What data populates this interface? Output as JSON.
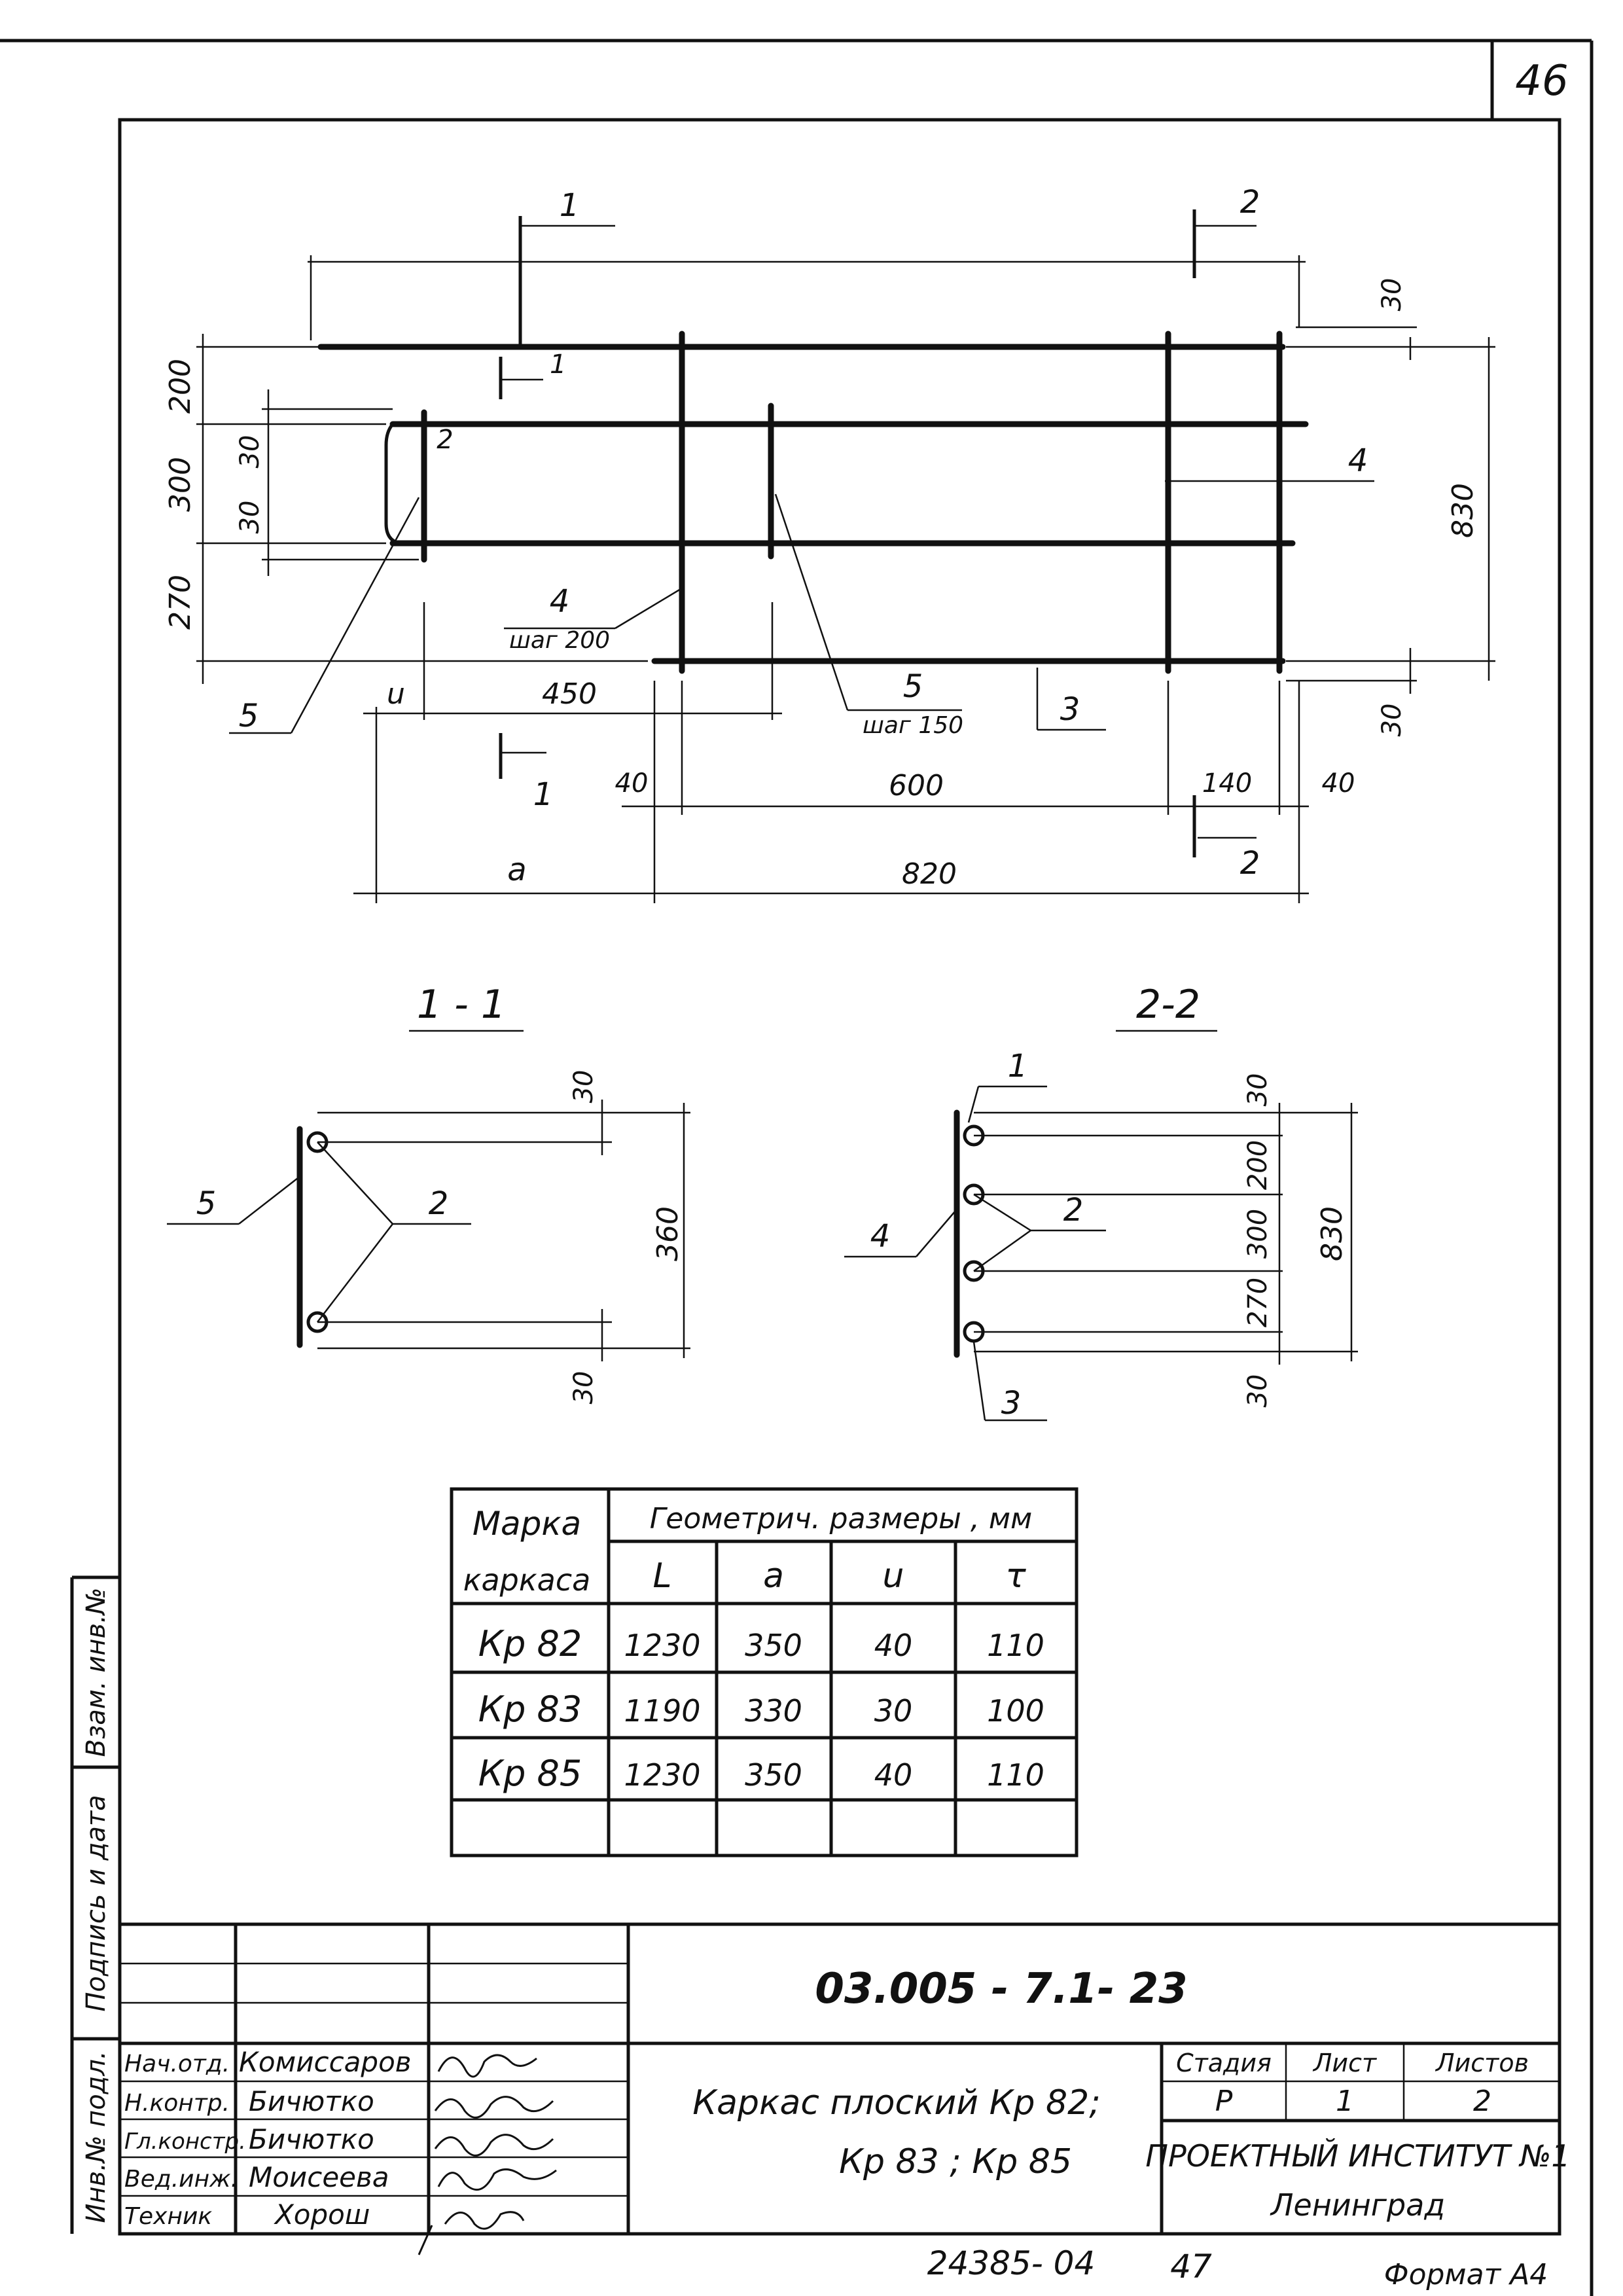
{
  "sheet_number": "46",
  "plan": {
    "dims": {
      "d200": "200",
      "d300": "300",
      "d270": "270",
      "d30a": "30",
      "d30b": "30",
      "d30_tr": "30",
      "d30_br": "30",
      "d830": "830",
      "u": "u",
      "d450": "450",
      "d40l": "40",
      "d600": "600",
      "d140": "140",
      "d40r": "40",
      "a": "a",
      "d820": "820"
    },
    "cut_1_top": "1",
    "cut_1_bottom": "1",
    "cut_2_top": "2",
    "cut_2_bottom": "2",
    "pos_1": "1",
    "pos_2": "2",
    "pos_3": "3",
    "pos_4_right": "4",
    "pos_5_left": "5",
    "pos_4_step": "4",
    "step_200": "шаг 200",
    "pos_5_step": "5",
    "step_150": "шаг 150"
  },
  "section_1": {
    "title": "1 - 1",
    "pos_5": "5",
    "pos_2": "2",
    "dim_30_top": "30",
    "dim_360": "360",
    "dim_30_bottom": "30"
  },
  "section_2": {
    "title": "2-2",
    "pos_1": "1",
    "pos_2": "2",
    "pos_3": "3",
    "pos_4": "4",
    "dim_30_top": "30",
    "dim_200": "200",
    "dim_300": "300",
    "dim_270": "270",
    "dim_30_bottom": "30",
    "dim_830": "830"
  },
  "table": {
    "header_mark": "Марка",
    "header_frame": "каркаса",
    "header_geom": "Геометрич. размеры , мм",
    "columns": [
      "L",
      "a",
      "u",
      "τ"
    ],
    "rows": [
      {
        "mark": "Кр 82",
        "L": "1230",
        "a": "350",
        "u": "40",
        "t": "110"
      },
      {
        "mark": "Кр 83",
        "L": "1190",
        "a": "330",
        "u": "30",
        "t": "100"
      },
      {
        "mark": "Кр 85",
        "L": "1230",
        "a": "350",
        "u": "40",
        "t": "110"
      }
    ]
  },
  "stamp": {
    "doc_code": "03.005 - 7.1- 23",
    "title_line1": "Каркас плоский Кр 82;",
    "title_line2": "Кр 83 ; Кр 85",
    "stage_label": "Стадия",
    "sheet_label": "Лист",
    "sheets_label": "Листов",
    "stage_value": "Р",
    "sheet_value": "1",
    "sheets_value": "2",
    "institute": "ПРОЕКТНЫЙ ИНСТИТУТ №1",
    "city": "Ленинград",
    "signers": [
      {
        "role": "Нач.отд.",
        "name": "Комиссаров"
      },
      {
        "role": "Н.контр.",
        "name": "Бичютко"
      },
      {
        "role": "Гл.констр.",
        "name": "Бичютко"
      },
      {
        "role": "Вед.инж.",
        "name": "Моисеева"
      },
      {
        "role": "Техник",
        "name": "Хорош"
      }
    ]
  },
  "side_labels": {
    "inv_sub": "Инв.№ подл.",
    "sign_date": "Подпись и дата",
    "vzam_inv": "Взам. инв.№"
  },
  "footer": {
    "archive_no": "24385- 04",
    "page_no": "47",
    "format": "Формат А4"
  }
}
